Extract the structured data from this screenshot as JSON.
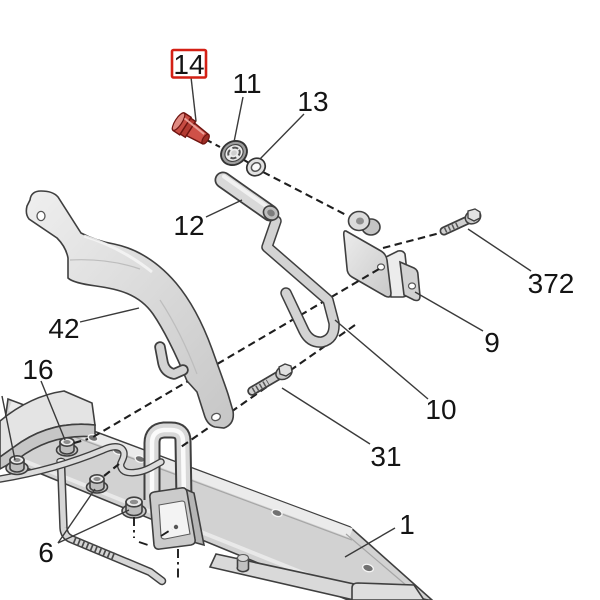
{
  "figure": {
    "type": "exploded-parts-diagram",
    "background": "#ffffff",
    "outline_color": "#3f3f3f",
    "part_fill": "#d6d6d6",
    "highlight_part_color": "#c9453d",
    "highlight_box_color": "#d42015"
  },
  "callouts": [
    {
      "label": "14",
      "boxed": true
    },
    {
      "label": "11",
      "boxed": false
    },
    {
      "label": "13",
      "boxed": false
    },
    {
      "label": "12",
      "boxed": false
    },
    {
      "label": "372",
      "boxed": false
    },
    {
      "label": "9",
      "boxed": false
    },
    {
      "label": "42",
      "boxed": false
    },
    {
      "label": "16",
      "boxed": false
    },
    {
      "label": "10",
      "boxed": false
    },
    {
      "label": "31",
      "boxed": false
    },
    {
      "label": "6",
      "boxed": false
    },
    {
      "label": "1",
      "boxed": false
    }
  ]
}
